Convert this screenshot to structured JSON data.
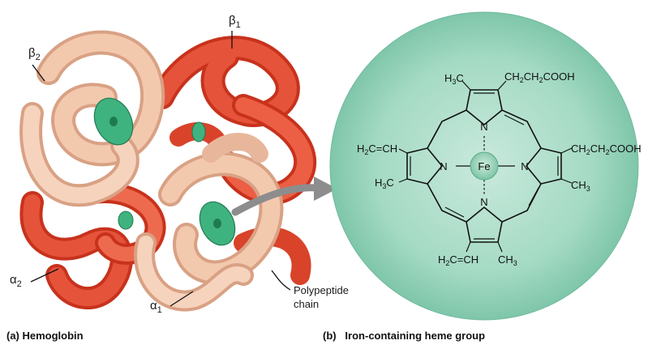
{
  "panel_a": {
    "caption": "(a) Hemoglobin",
    "subunits": {
      "beta1": {
        "greek": "β",
        "sub": "1"
      },
      "beta2": {
        "greek": "β",
        "sub": "2"
      },
      "alpha1": {
        "greek": "α",
        "sub": "1"
      },
      "alpha2": {
        "greek": "α",
        "sub": "2"
      }
    },
    "polypeptide_label": [
      "Polypeptide",
      "chain"
    ]
  },
  "panel_b": {
    "caption": "(b)   Iron-containing heme group",
    "iron": "Fe",
    "nitrogen": "N",
    "groups": {
      "top_methyl": "H3C",
      "top_propionate": "CH2CH2COOH",
      "right_propionate": "CH2CH2COOH",
      "right_methyl": "CH3",
      "left_vinyl": "H2C=CH",
      "left_methyl": "H3C",
      "bottom_vinyl": "H2C=CH",
      "bottom_methyl": "CH3"
    }
  },
  "colors": {
    "alpha_chain": "#f0c3a6",
    "beta_chain": "#e2452a",
    "heme_disc": "#3fb37f",
    "circle_bg": "#8fcfb8",
    "arrow": "#8d8d8d"
  }
}
